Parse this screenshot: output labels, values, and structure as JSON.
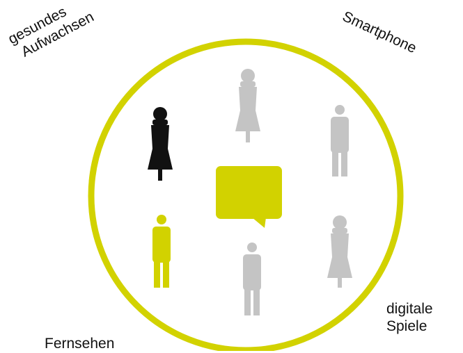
{
  "labels": {
    "top_left_line1": "gesundes",
    "top_left_line2": "Aufwachsen",
    "top_right": "Smartphone",
    "bottom_left": "Fernsehen",
    "bottom_right_line1": "digitale",
    "bottom_right_line2": "Spiele"
  },
  "colors": {
    "accent": "#d2d200",
    "grey": "#c4c4c4",
    "dark": "#111111"
  },
  "icons": {
    "center": "speech-bubble-icon",
    "figures": [
      {
        "name": "person-female-black-icon",
        "color": "dark"
      },
      {
        "name": "person-female-grey-icon",
        "color": "grey"
      },
      {
        "name": "person-male-grey-icon",
        "color": "grey"
      },
      {
        "name": "person-male-yellow-icon",
        "color": "accent"
      },
      {
        "name": "person-male-grey-icon",
        "color": "grey"
      },
      {
        "name": "person-female-grey-icon",
        "color": "grey"
      }
    ]
  }
}
